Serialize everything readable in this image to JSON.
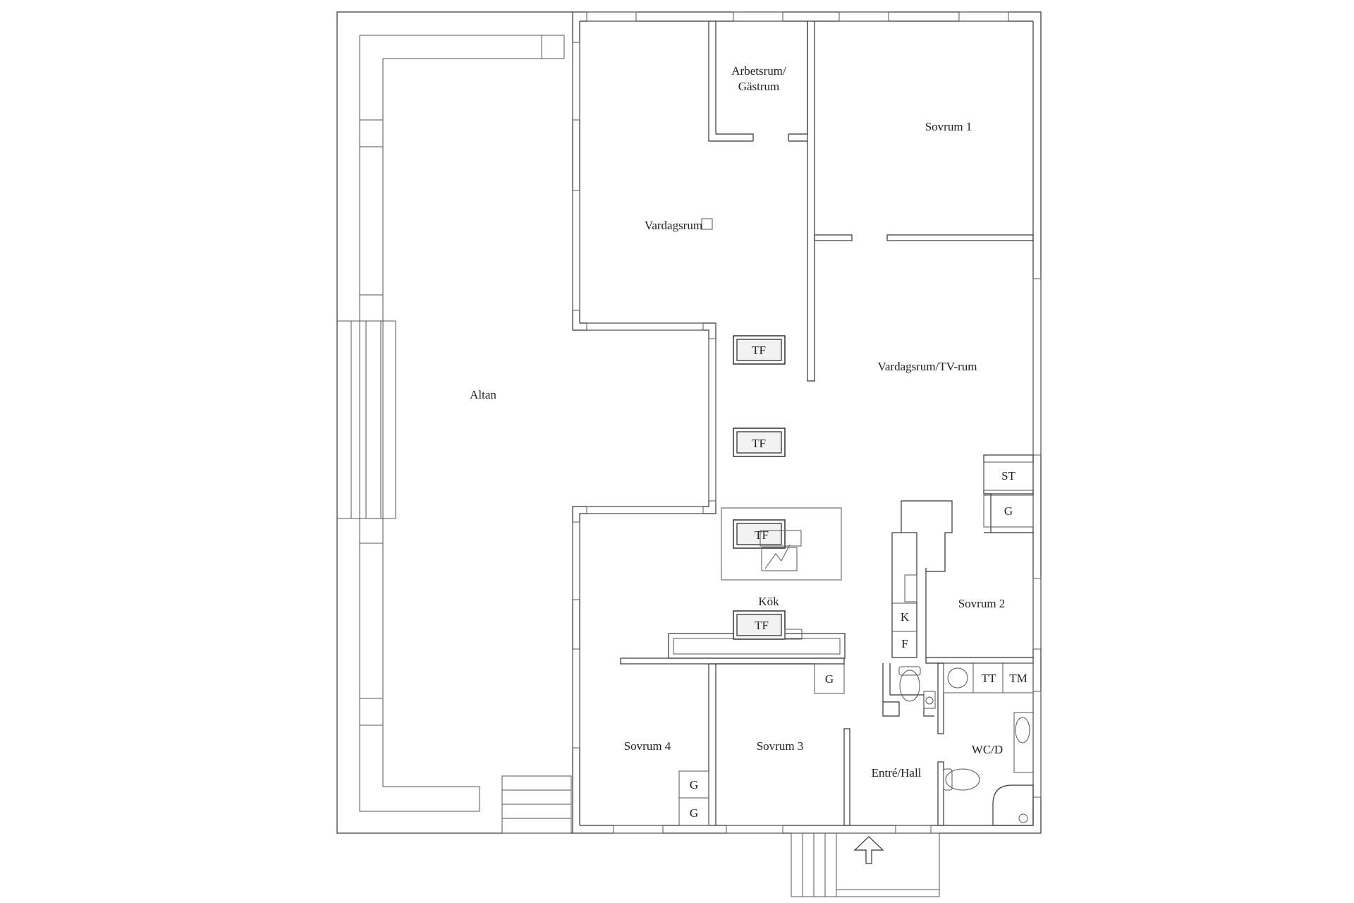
{
  "rooms": {
    "altan": "Altan",
    "arbetsrum_line1": "Arbetsrum/",
    "arbetsrum_line2": "Gästrum",
    "sovrum1": "Sovrum 1",
    "vardagsrum": "Vardagsrum",
    "vardagsrum_tv": "Vardagsrum/TV-rum",
    "kok": "Kök",
    "sovrum2": "Sovrum 2",
    "sovrum3": "Sovrum 3",
    "sovrum4": "Sovrum 4",
    "entre_hall": "Entré/Hall",
    "wc_d": "WC/D"
  },
  "fixtures": {
    "tf": "TF",
    "st": "ST",
    "g": "G",
    "k": "K",
    "f": "F",
    "tt": "TT",
    "tm": "TM"
  }
}
